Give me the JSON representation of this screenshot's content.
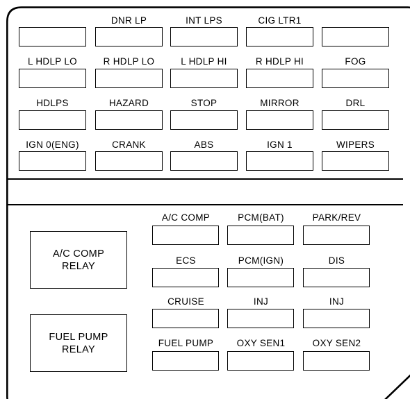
{
  "top_section": {
    "rows": [
      [
        "",
        "DNR LP",
        "INT LPS",
        "CIG LTR1",
        ""
      ],
      [
        "L HDLP LO",
        "R HDLP LO",
        "L HDLP HI",
        "R HDLP HI",
        "FOG"
      ],
      [
        "HDLPS",
        "HAZARD",
        "STOP",
        "MIRROR",
        "DRL"
      ],
      [
        "IGN 0(ENG)",
        "CRANK",
        "ABS",
        "IGN 1",
        "WIPERS"
      ]
    ]
  },
  "bottom_section": {
    "relays": [
      {
        "line1": "A/C COMP",
        "line2": "RELAY"
      },
      {
        "line1": "FUEL PUMP",
        "line2": "RELAY"
      }
    ],
    "rows": [
      [
        "A/C COMP",
        "PCM(BAT)",
        "PARK/REV"
      ],
      [
        "ECS",
        "PCM(IGN)",
        "DIS"
      ],
      [
        "CRUISE",
        "INJ",
        "INJ"
      ],
      [
        "FUEL PUMP",
        "OXY SEN1",
        "OXY SEN2"
      ]
    ]
  }
}
